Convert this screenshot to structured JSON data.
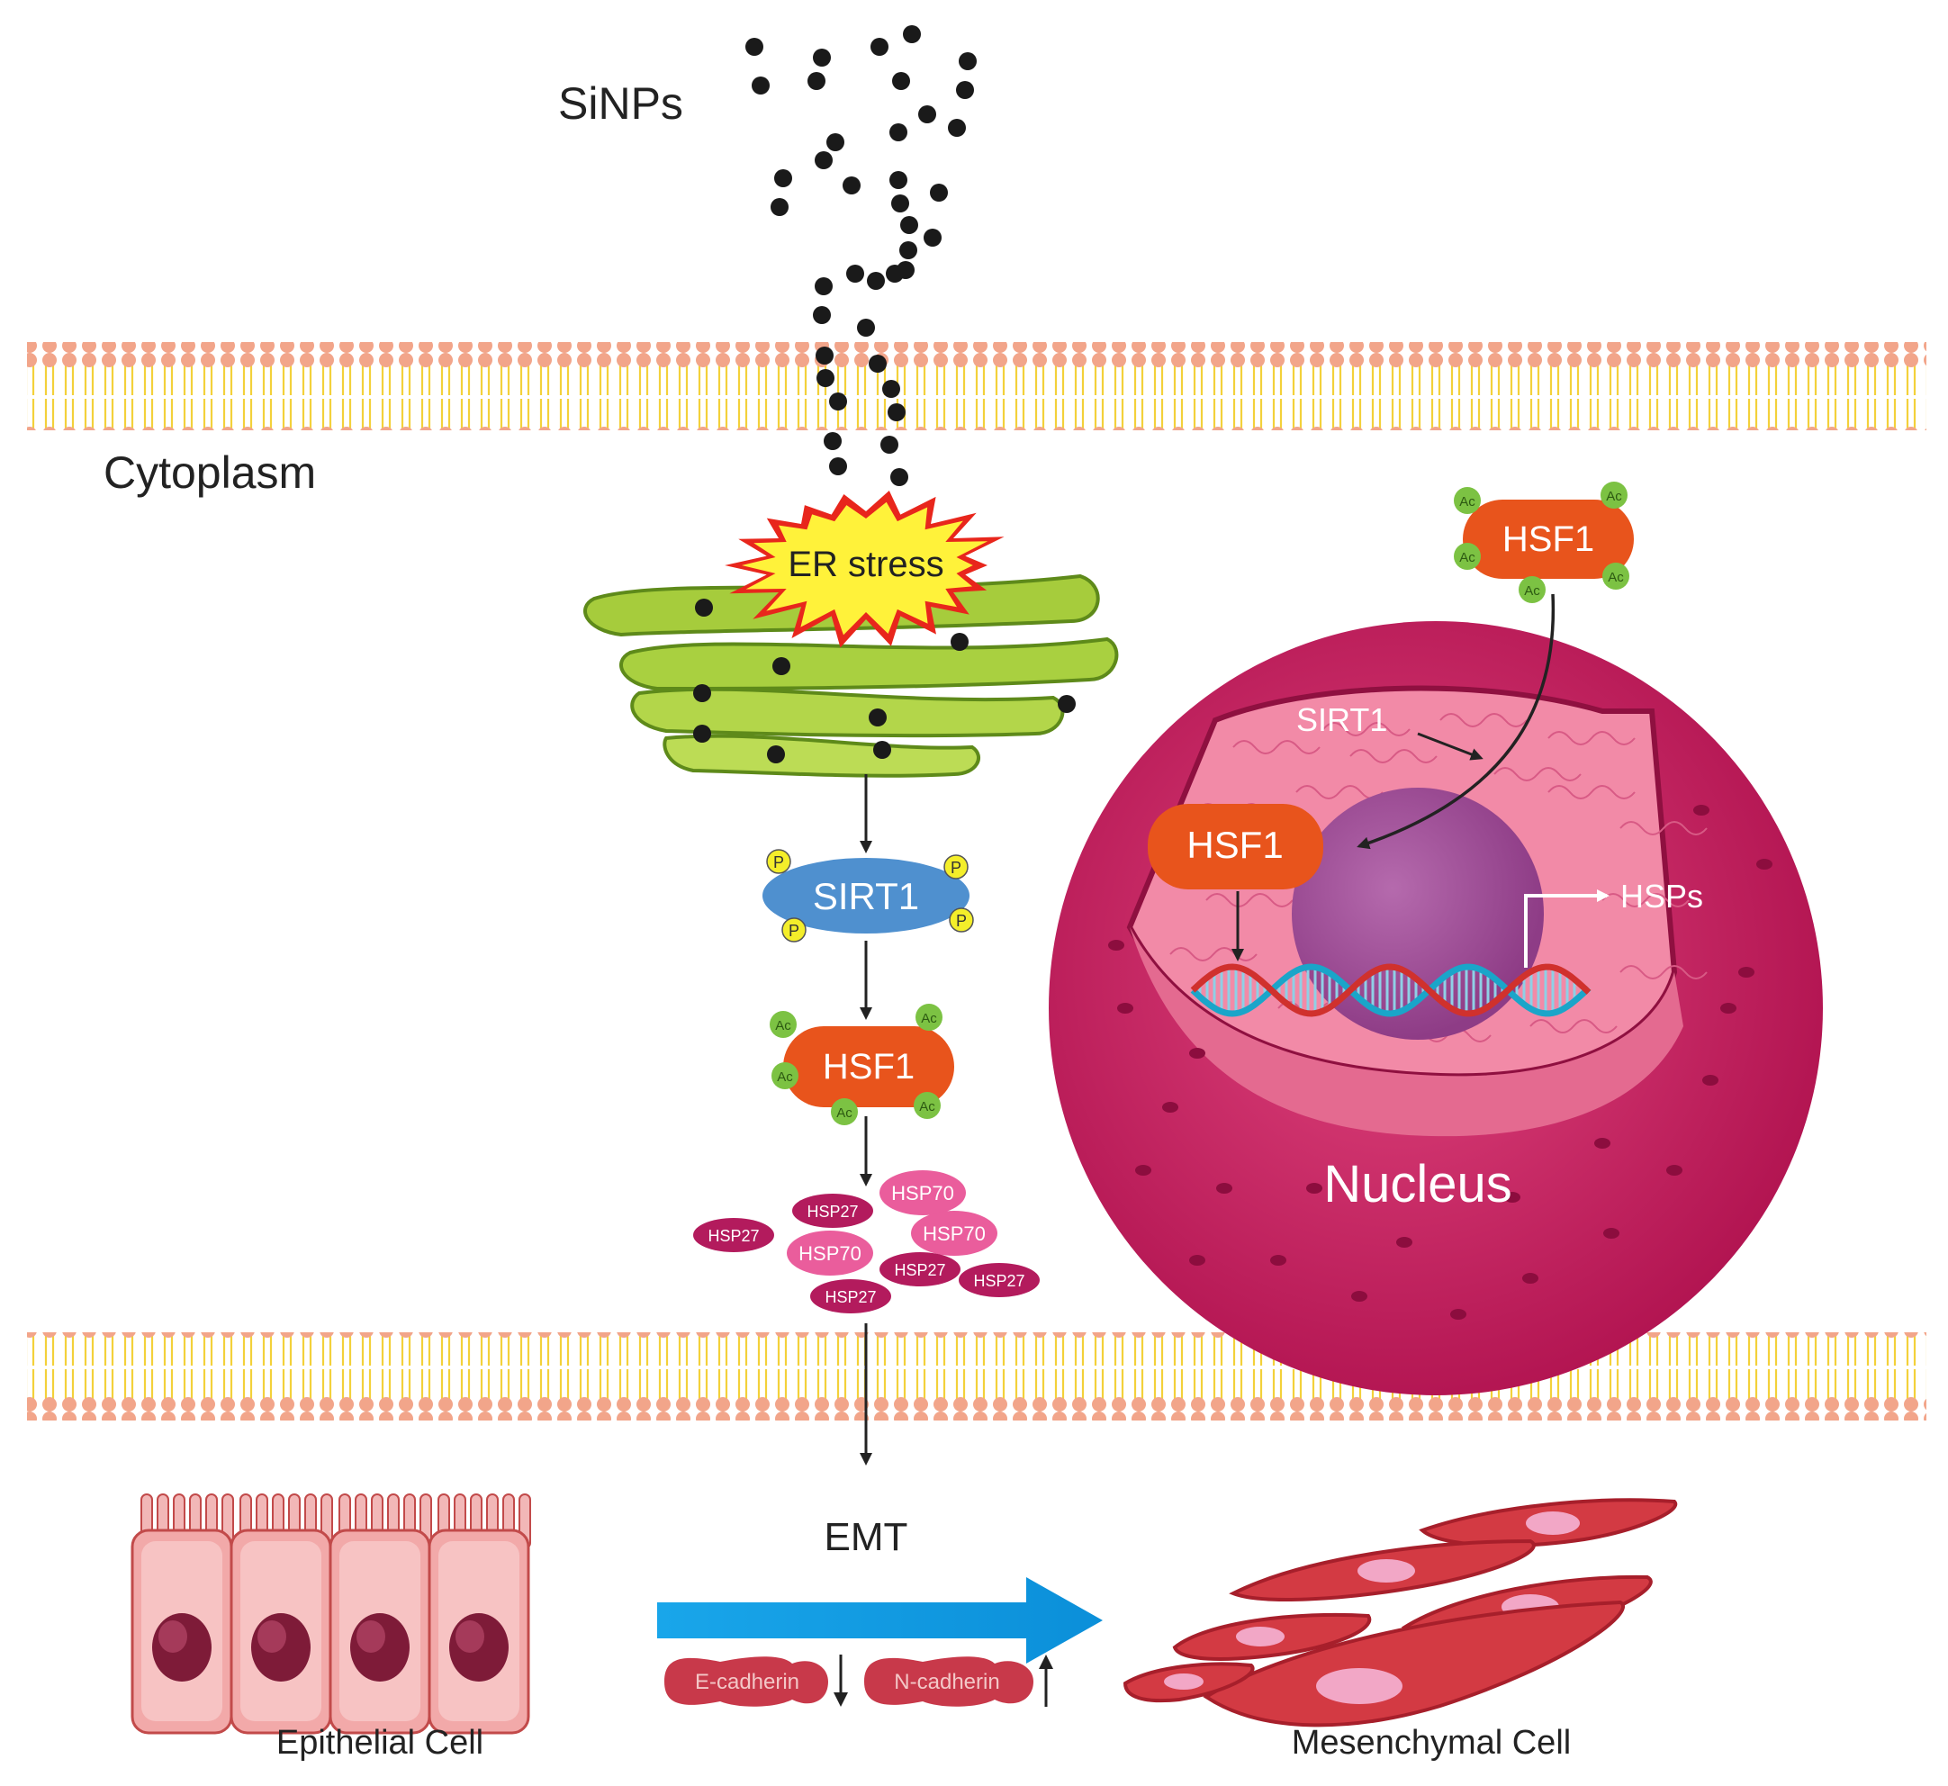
{
  "labels": {
    "sinps": "SiNPs",
    "cytoplasm": "Cytoplasm",
    "er_stress": "ER stress",
    "nucleus": "Nucleus",
    "emt": "EMT",
    "epithelial_cell": "Epithelial Cell",
    "mesenchymal_cell": "Mesenchymal Cell",
    "sirt1_in_nucleus": "SIRT1",
    "hsps": "HSPs",
    "e_cadherin": "E-cadherin",
    "n_cadherin": "N-cadherin"
  },
  "proteins": {
    "sirt1": "SIRT1",
    "hsf1": "HSF1",
    "phospho_mark": "P",
    "acetyl_mark": "Ac"
  },
  "hsp_cluster": {
    "hsp27": "HSP27",
    "hsp70": "HSP70"
  },
  "colors": {
    "membrane_head": "#f2a58a",
    "membrane_tail": "#f3d13a",
    "er_green": "#9cc83a",
    "sirt1_blue": "#4f90cf",
    "hsf1_orange": "#e8541c",
    "acetyl_green": "#7cc243",
    "phospho_yellow": "#f4ee2a",
    "nucleus_outer": "#c2185b",
    "nucleus_inner": "#f28aa7",
    "nucleolus": "#a4519a",
    "emt_arrow": "#1aa0e6",
    "hsp_dark": "#b31b5d",
    "hsp_light": "#ea5d9c"
  }
}
